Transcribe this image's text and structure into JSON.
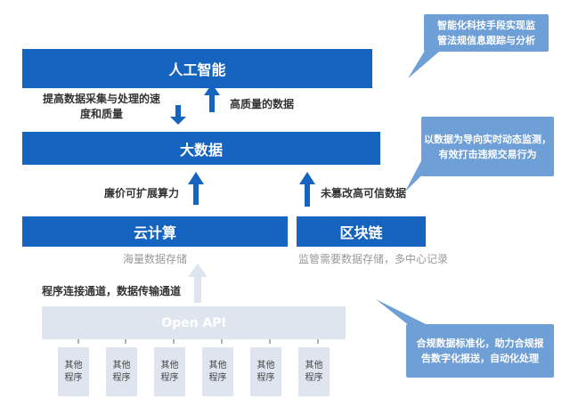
{
  "layers": {
    "ai": "人工智能",
    "bigdata": "大数据",
    "cloud": "云计算",
    "blockchain": "区块链",
    "open_api": "Open API"
  },
  "labels": {
    "ai_down": "提高数据采集与处理的速度和质量",
    "ai_down_line1": "提高数据采集与处理的速",
    "ai_down_line2": "度和质量",
    "ai_up": "高质量的数据",
    "cloud_up": "廉价可扩展算力",
    "chain_up": "未篡改高可信数据",
    "cloud_sub": "海量数据存储",
    "chain_sub": "监管需要数据存储，多中心记录",
    "api_up": "程序连接通道，数据传输通道"
  },
  "callouts": [
    {
      "line1": "智能化科技手段实现监",
      "line2": "管法规信息跟踪与分析"
    },
    {
      "line1": "以数据为导向实时动态监测，",
      "line2": "有效打击违规交易行为"
    },
    {
      "line1": "合规数据标准化，助力合规报",
      "line2": "告数字化报送，自动化处理"
    }
  ],
  "programs": [
    {
      "line1": "其他",
      "line2": "程序"
    },
    {
      "line1": "其他",
      "line2": "程序"
    },
    {
      "line1": "其他",
      "line2": "程序"
    },
    {
      "line1": "其他",
      "line2": "程序"
    },
    {
      "line1": "其他",
      "line2": "程序"
    },
    {
      "line1": "其他",
      "line2": "程序"
    }
  ],
  "colors": {
    "primary": "#1565c0",
    "callout": "#6e9fd6",
    "light": "#dfe5ee"
  }
}
